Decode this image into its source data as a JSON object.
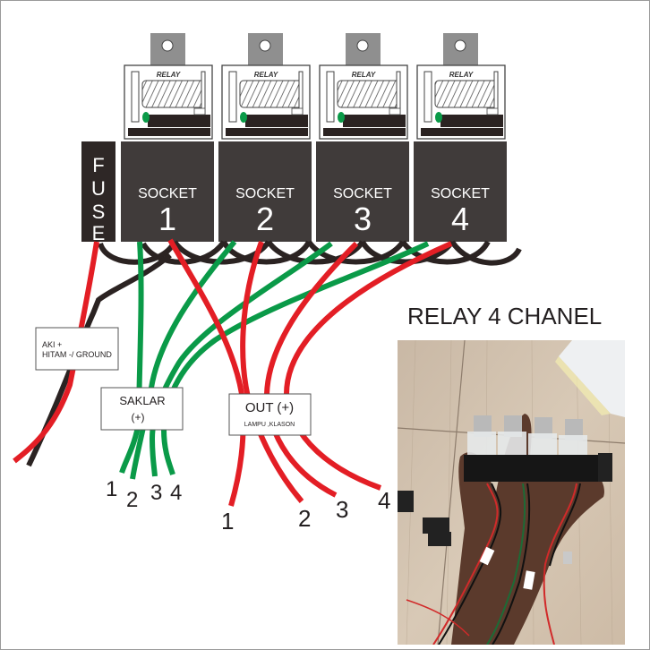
{
  "title": "RELAY 4 CHANEL",
  "relays": [
    {
      "label": "RELAY"
    },
    {
      "label": "RELAY"
    },
    {
      "label": "RELAY"
    },
    {
      "label": "RELAY"
    }
  ],
  "fuse": {
    "letters": [
      "F",
      "U",
      "S",
      "E"
    ]
  },
  "sockets": [
    {
      "label": "SOCKET",
      "number": "1"
    },
    {
      "label": "SOCKET",
      "number": "2"
    },
    {
      "label": "SOCKET",
      "number": "3"
    },
    {
      "label": "SOCKET",
      "number": "4"
    }
  ],
  "labels": {
    "battery": {
      "line1": "AKI +",
      "line2": "HITAM -/ GROUND"
    },
    "switch": {
      "line1": "SAKLAR",
      "line2": "(+)"
    },
    "output": {
      "line1": "OUT (+)",
      "line2": "LAMPU ,KLASON"
    }
  },
  "switch_wire_numbers": [
    "1",
    "2",
    "3",
    "4"
  ],
  "output_wire_numbers": [
    "1",
    "2",
    "3",
    "4"
  ],
  "colors": {
    "socket": "#403b3a",
    "fuse": "#2e2726",
    "wire_red": "#e31e25",
    "wire_green": "#0a9a48",
    "wire_black": "#2b2322",
    "bracket": "#8f8f8f",
    "text": "#231f20"
  },
  "photo": {
    "description": "hand holding assembled 4-channel relay harness"
  }
}
